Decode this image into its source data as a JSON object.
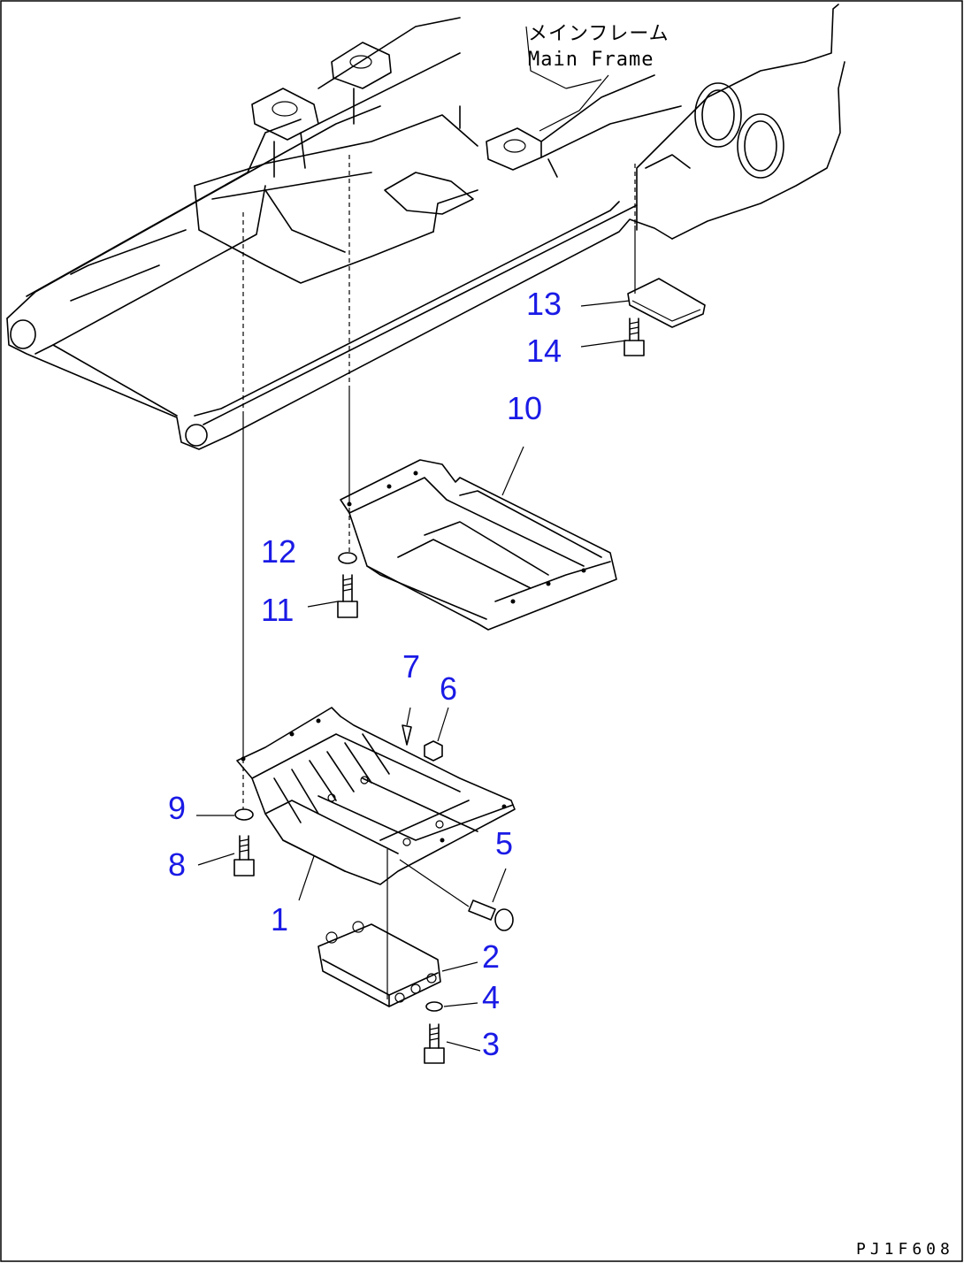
{
  "labels": {
    "main_frame_jp": "メインフレーム",
    "main_frame_en": "Main Frame",
    "drawing_code": "PJ1F608"
  },
  "parts": [
    "1",
    "2",
    "3",
    "4",
    "5",
    "6",
    "7",
    "8",
    "9",
    "10",
    "11",
    "12",
    "13",
    "14"
  ],
  "colors": {
    "callout": "#1a1ae6",
    "line": "#000000",
    "background": "#ffffff"
  }
}
